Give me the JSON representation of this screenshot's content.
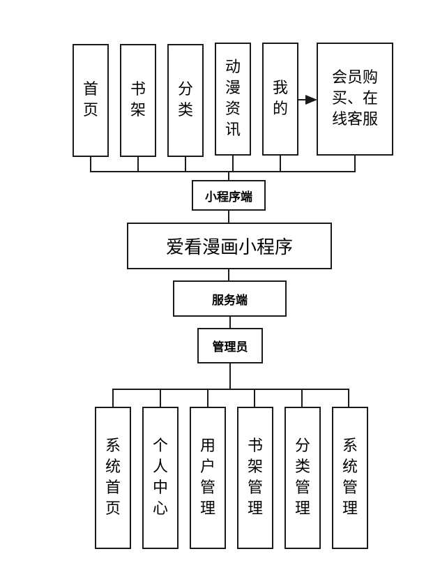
{
  "top_modules": [
    "首\n页",
    "书\n架",
    "分\n类",
    "动\n漫\n资\n讯",
    "我\n的"
  ],
  "member_box": "会员购\n买、在\n线客服",
  "client_label": "小程序端",
  "app_title": "爱看漫画小程序",
  "server_label": "服务端",
  "admin_label": "管理员",
  "admin_modules": [
    "系\n统\n首\n页",
    "个\n人\n中\n心",
    "用\n户\n管\n理",
    "书\n架\n管\n理",
    "分\n类\n管\n理",
    "系\n统\n管\n理"
  ]
}
